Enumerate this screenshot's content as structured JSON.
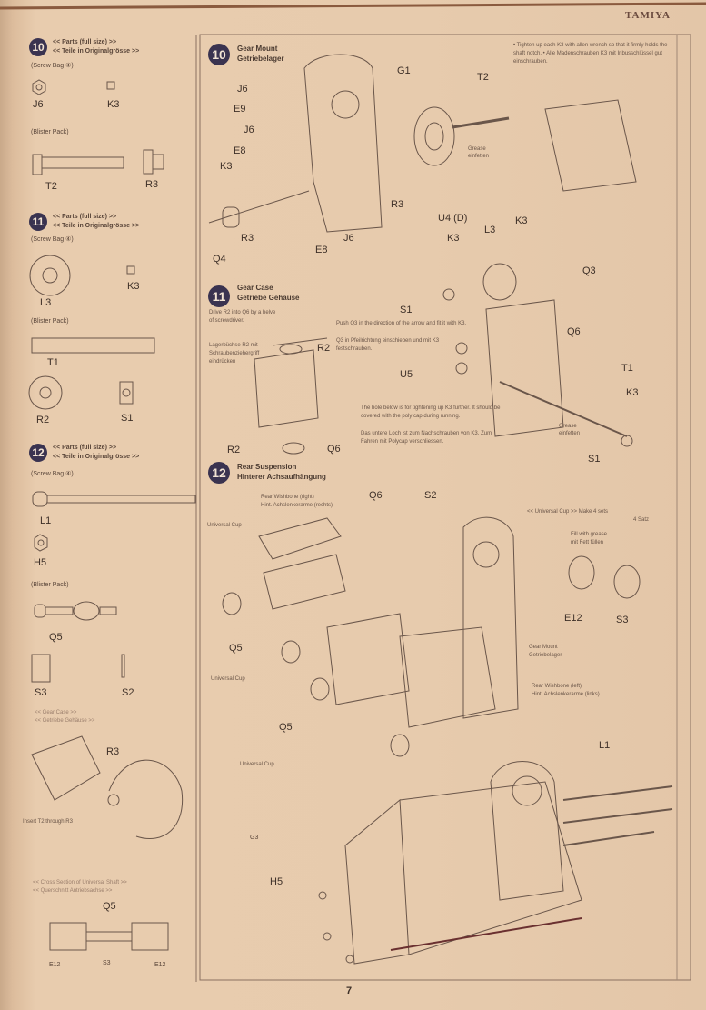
{
  "header": {
    "brand": "TAMIYA"
  },
  "page_number": "7",
  "sidebar": {
    "step10": {
      "num": "10",
      "parts_en": "<< Parts (full size) >>",
      "parts_de": "<< Teile in Originalgrösse >>",
      "screw_bag": "(Screw Bag ④)",
      "blister": "(Blister Pack)",
      "labels": [
        "J6",
        "K3",
        "T2",
        "R3"
      ]
    },
    "step11": {
      "num": "11",
      "parts_en": "<< Parts (full size) >>",
      "parts_de": "<< Teile in Originalgrösse >>",
      "screw_bag": "(Screw Bag ④)",
      "blister": "(Blister Pack)",
      "labels": [
        "L3",
        "K3",
        "T1",
        "R2",
        "S1"
      ]
    },
    "step12": {
      "num": "12",
      "parts_en": "<< Parts (full size) >>",
      "parts_de": "<< Teile in Originalgrösse >>",
      "screw_bag": "(Screw Bag ④)",
      "blister": "(Blister Pack)",
      "labels": [
        "L1",
        "H5",
        "Q5",
        "S3",
        "S2"
      ]
    },
    "gear_case": {
      "en": "<< Gear Case >>",
      "de": "<< Getriebe Gehäuse >>",
      "r3": "R3",
      "insert": "Insert T2 through R3"
    },
    "cross_section": {
      "en": "<< Cross Section of Universal Shaft >>",
      "de": "<< Querschnitt Antriebsachse >>",
      "labels": [
        "Q5",
        "E12",
        "S3",
        "E12"
      ]
    }
  },
  "main": {
    "step10": {
      "num": "10",
      "title_en": "Gear Mount",
      "title_de": "Getriebelager",
      "note": "• Tighten up each K3 with allen wrench so that it firmly holds the shaft notch. • Alle Madenschrauben K3 mit Inbusschlüssel gut einschrauben.",
      "labels": [
        "G1",
        "J6",
        "E9",
        "J6",
        "E8",
        "K3",
        "R3",
        "Q4",
        "E8",
        "J6",
        "R3",
        "U4 (D)",
        "T2"
      ],
      "grease_en": "Grease",
      "grease_de": "einfetten"
    },
    "step11": {
      "num": "11",
      "title_en": "Gear Case",
      "title_de": "Getriebe Gehäuse",
      "drive_en": "Drive R2 into Q6 by a helve of screwdriver.",
      "drive_de": "Lagerbüchse R2 mit Schraubenziehergriff eindrücken",
      "push_en": "Push Q3 in the direction of the arrow and fit it with K3.",
      "push_de": "Q3 in Pfeilrichtung einschieben und mit K3 festschrauben.",
      "hole_en": "The hole below is for tightening up K3 further. It should be covered with the poly cap during running.",
      "hole_de": "Das untere Loch ist zum Nachschrauben von K3. Zum Fahren mit Polycap verschliessen.",
      "labels": [
        "R2",
        "Q6",
        "R2",
        "K3",
        "L3",
        "K3",
        "Q3",
        "S1",
        "Q6",
        "U5",
        "T1",
        "K3",
        "S1"
      ],
      "grease_en": "Grease",
      "grease_de": "einfetten"
    },
    "step12": {
      "num": "12",
      "title_en": "Rear Suspension",
      "title_de": "Hinterer Achsaufhängung",
      "wishbone_right_en": "Rear Wishbone (right)",
      "wishbone_right_de": "Hint. Achslenkerarme (rechts)",
      "wishbone_left_en": "Rear Wishbone (left)",
      "wishbone_left_de": "Hint. Achslenkerarme (links)",
      "universal_cup": "Universal Cup",
      "gear_mount_en": "Gear Mount",
      "gear_mount_de": "Getriebelager",
      "cup_title": "<< Universal Cup >> Make 4 sets",
      "cup_de": "4 Satz",
      "fill_en": "Fill with grease",
      "fill_de": "mit Fett füllen",
      "labels": [
        "Q6",
        "S2",
        "Q5",
        "Q5",
        "E12",
        "S3",
        "L1",
        "G3",
        "H5"
      ]
    }
  }
}
